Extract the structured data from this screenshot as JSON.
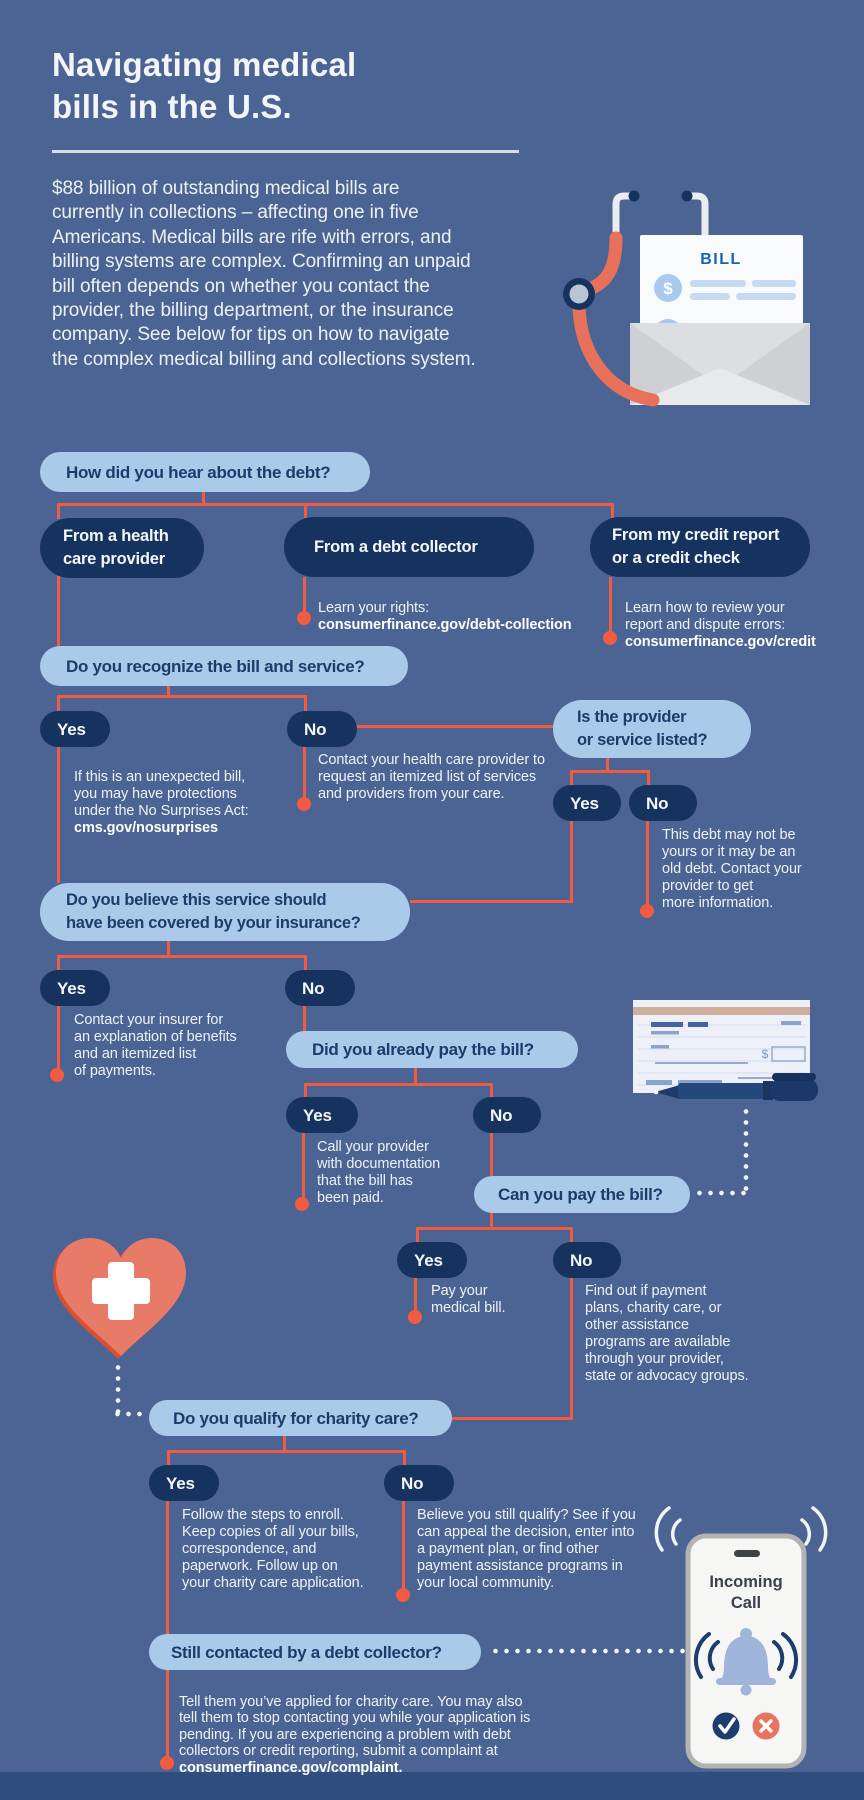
{
  "header": {
    "title": "Navigating medical\nbills in the U.S.",
    "intro": "$88 billion of outstanding medical bills are\ncurrently in collections – affecting one in five\nAmericans. Medical bills are rife with errors, and\nbilling systems are complex. Confirming an unpaid\nbill often depends on whether you contact the\nprovider, the billing department, or the insurance\ncompany. See below for tips on how to navigate\nthe complex medical billing and collections system."
  },
  "labels": {
    "yes": "Yes",
    "no": "No"
  },
  "flow": {
    "q1": "How did you hear about the debt?",
    "source_provider": "From a health\ncare provider",
    "source_collector": "From a debt collector",
    "collector_note": "Learn your rights:",
    "collector_link": "consumerfinance.gov/debt-collection",
    "source_credit": "From my credit report\nor a credit check",
    "credit_note": "Learn how to review your\nreport and dispute errors:",
    "credit_link": "consumerfinance.gov/credit",
    "q2": "Do you recognize the bill and service?",
    "q2_yes_note": "If this is an unexpected bill,\nyou may have protections\nunder the No Surprises Act:",
    "q2_yes_link": "cms.gov/nosurprises",
    "q2_no_note": "Contact your health care provider to\nrequest an itemized list of services\nand providers from your care.",
    "q3": "Is the provider\nor service listed?",
    "q3_no_note": "This debt may not be\nyours or it may be an\nold debt. Contact your\nprovider to get\nmore information.",
    "q4": "Do you believe this service should\nhave been covered by your insurance?",
    "q4_yes_note": "Contact your insurer for\nan explanation of benefits\nand an itemized list\nof payments.",
    "q5": "Did you already pay the bill?",
    "q5_yes_note": "Call your provider\nwith documentation\nthat the bill has\nbeen paid.",
    "q6": "Can you pay the bill?",
    "q6_yes_note": "Pay your\nmedical bill.",
    "q6_no_note": "Find out if payment\nplans, charity care, or\nother assistance\nprograms are available\nthrough your provider,\nstate or advocacy groups.",
    "q7": "Do you qualify for charity care?",
    "q7_yes_note": "Follow the steps to enroll.\nKeep copies of all your bills,\ncorrespondence, and\npaperwork. Follow up on\nyour charity care application.",
    "q7_no_note": "Believe you still qualify? See if you\ncan appeal the decision, enter into\na payment plan, or find other\npayment assistance programs in\nyour local community.",
    "q8": "Still contacted by a debt collector?",
    "q8_note": "Tell them you’ve applied for charity care. You may also\ntell them to stop contacting you while your application is\npending. If you are experiencing a problem with debt\ncollectors or credit reporting, submit a complaint at",
    "q8_link": "consumerfinance.gov/complaint."
  },
  "ill": {
    "bill_label": "BILL",
    "dollar": "$",
    "phone_text": "Incoming\nCall"
  },
  "colors": {
    "background": "#4b6493",
    "footer_bar": "#2f4d7d",
    "question_bubble": "#a9cbe9",
    "question_text": "#1c3c6c",
    "answer_pill": "#16335f",
    "connector": "#f15b40",
    "body_text": "#eef2f7",
    "heart": "#e87a68",
    "bill_heading_blue": "#1565b4"
  }
}
